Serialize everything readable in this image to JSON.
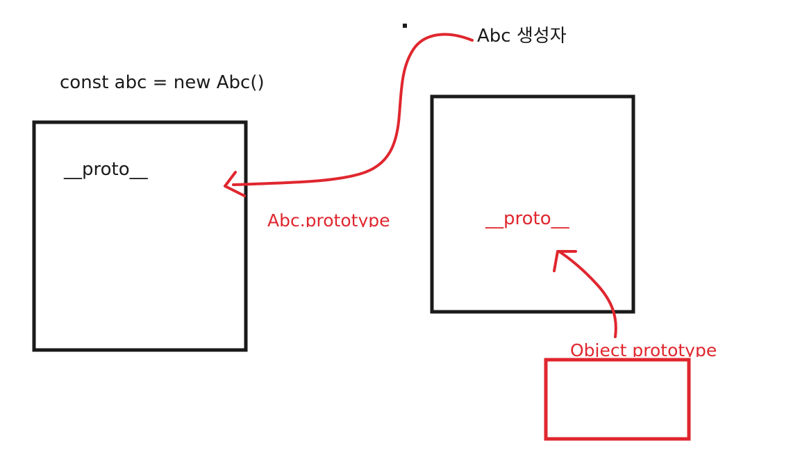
{
  "texts": {
    "abc_constructor": "Abc 생성자",
    "code_line": "const abc = new Abc()",
    "proto_left": "__proto__",
    "abc_prototype": "Abc.prototype",
    "proto_right": "__proto__",
    "object_prototype": "Object prototype"
  },
  "colors": {
    "ink": "#1a1a1a",
    "accent": "#e0262e",
    "background": "#ffffff"
  }
}
